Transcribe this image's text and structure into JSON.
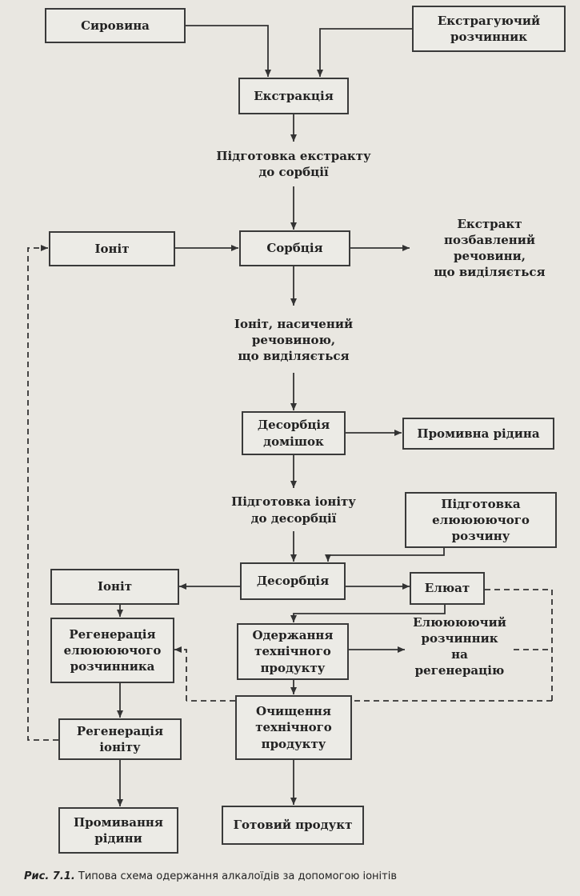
{
  "nodes": [
    {
      "id": "syrovyna",
      "label": "Сировина",
      "boxed": true
    },
    {
      "id": "ekstr-rozchynnyk",
      "label": "Екстрагуючий\nрозчинник",
      "boxed": true
    },
    {
      "id": "ekstraktsiia",
      "label": "Екстракція",
      "boxed": true
    },
    {
      "id": "pidgotovka-ekstraktu",
      "label": "Підготовка екстракту\nдо сорбції",
      "boxed": false
    },
    {
      "id": "ionit-1",
      "label": "Іоніт",
      "boxed": true
    },
    {
      "id": "sorbtsiia",
      "label": "Сорбція",
      "boxed": true
    },
    {
      "id": "ekstrakt-pozbavlenyi",
      "label": "Екстракт\nпозбавлений\nречовини,\nщо виділяється",
      "boxed": false
    },
    {
      "id": "ionit-nasychenyi",
      "label": "Іоніт, насичений\nречовиною,\nщо виділяється",
      "boxed": false
    },
    {
      "id": "desorbtsiia-domishok",
      "label": "Десорбція\nдомішок",
      "boxed": true
    },
    {
      "id": "promyvna-ridyna",
      "label": "Промивна рідина",
      "boxed": true
    },
    {
      "id": "pidgotovka-ionitu",
      "label": "Підготовка іоніту\nдо десорбції",
      "boxed": false
    },
    {
      "id": "pidgotovka-eliuiuiuchoho",
      "label": "Підготовка\nелюююючого\nрозчину",
      "boxed": true
    },
    {
      "id": "ionit-2",
      "label": "Іоніт",
      "boxed": true
    },
    {
      "id": "desorbtsiia",
      "label": "Десорбція",
      "boxed": true
    },
    {
      "id": "eliuat",
      "label": "Елюат",
      "boxed": true
    },
    {
      "id": "regeneratsiia-eliuiuiuchoho",
      "label": "Регенерація\nелюююючого\nрозчинника",
      "boxed": true
    },
    {
      "id": "oderzhannia",
      "label": "Одержання\nтехнічного\nпродукту",
      "boxed": true
    },
    {
      "id": "eliuiuiuchyi-na-regeneratsiiu",
      "label": "Елюююючий\nрозчинник\nна регенерацію",
      "boxed": false
    },
    {
      "id": "regeneratsiia-ionitu",
      "label": "Регенерація\nіоніту",
      "boxed": true
    },
    {
      "id": "ochyshchennia",
      "label": "Очищення\nтехнічного\nпродукту",
      "boxed": true
    },
    {
      "id": "promyvannia-ridyny",
      "label": "Промивання\nрідини",
      "boxed": true
    },
    {
      "id": "gotovyi-produkt",
      "label": "Готовий продукт",
      "boxed": true
    }
  ],
  "caption": {
    "figure": "Рис. 7.1.",
    "text": " Типова схема одержання алкалоїдів за допомогою іонітів"
  }
}
